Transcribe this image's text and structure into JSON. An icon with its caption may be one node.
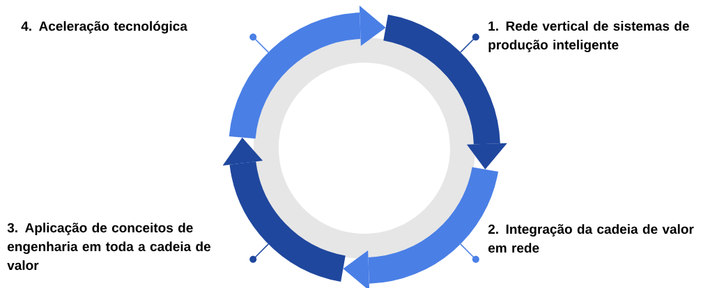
{
  "diagram": {
    "labels": [
      "4. Aceleração tecnológica",
      "1. Rede vertical de sistemas de produção inteligente",
      "3. Aplicação de conceitos de engenharia em toda a cadeia de valor",
      "2. Integração da cadeia de valor em rede"
    ]
  }
}
